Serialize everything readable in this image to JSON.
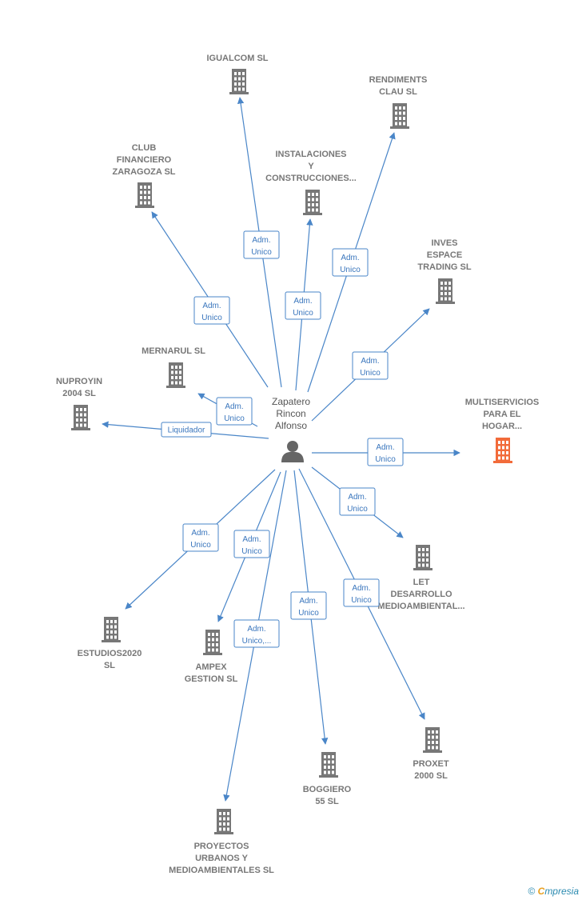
{
  "center": {
    "label_lines": [
      "Zapatero",
      "Rincon",
      "Alfonso"
    ],
    "icon": "person-icon",
    "color": "#666666"
  },
  "colors": {
    "edge": "#4a86c8",
    "building": "#777777",
    "building_highlight": "#f26b3a"
  },
  "companies": [
    {
      "id": "igualcom",
      "label_lines": [
        "IGUALCOM SL"
      ],
      "role_lines": [
        "Adm.",
        "Unico"
      ],
      "highlight": false
    },
    {
      "id": "rendiments",
      "label_lines": [
        "RENDIMENTS",
        "CLAU  SL"
      ],
      "role_lines": [
        "Adm.",
        "Unico"
      ],
      "highlight": false
    },
    {
      "id": "club-financiero",
      "label_lines": [
        "CLUB",
        "FINANCIERO",
        "ZARAGOZA SL"
      ],
      "role_lines": [
        "Adm.",
        "Unico"
      ],
      "highlight": false
    },
    {
      "id": "instalaciones",
      "label_lines": [
        "INSTALACIONES",
        "Y",
        "CONSTRUCCIONES..."
      ],
      "role_lines": [
        "Adm.",
        "Unico"
      ],
      "highlight": false
    },
    {
      "id": "inves-espace",
      "label_lines": [
        "INVES",
        "ESPACE",
        "TRADING  SL"
      ],
      "role_lines": [
        "Adm.",
        "Unico"
      ],
      "highlight": false
    },
    {
      "id": "mernarul",
      "label_lines": [
        "MERNARUL  SL"
      ],
      "role_lines": [
        "Adm.",
        "Unico"
      ],
      "highlight": false
    },
    {
      "id": "nuproyin",
      "label_lines": [
        "NUPROYIN",
        "2004 SL"
      ],
      "role_lines": [
        "Liquidador"
      ],
      "highlight": false
    },
    {
      "id": "multiservicios",
      "label_lines": [
        "MULTISERVICIOS",
        "PARA EL",
        "HOGAR..."
      ],
      "role_lines": [
        "Adm.",
        "Unico"
      ],
      "highlight": true
    },
    {
      "id": "let-desarrollo",
      "label_lines": [
        "LET",
        "DESARROLLO",
        "MEDIOAMBIENTAL..."
      ],
      "role_lines": [
        "Adm.",
        "Unico"
      ],
      "highlight": false
    },
    {
      "id": "estudios2020",
      "label_lines": [
        "ESTUDIOS2020",
        "SL"
      ],
      "role_lines": [
        "Adm.",
        "Unico"
      ],
      "highlight": false
    },
    {
      "id": "ampex",
      "label_lines": [
        "AMPEX",
        "GESTION SL"
      ],
      "role_lines": [
        "Adm.",
        "Unico"
      ],
      "highlight": false
    },
    {
      "id": "proyectos",
      "label_lines": [
        "PROYECTOS",
        "URBANOS Y",
        "MEDIOAMBIENTALES SL"
      ],
      "role_lines": [
        "Adm.",
        "Unico,..."
      ],
      "highlight": false
    },
    {
      "id": "boggiero",
      "label_lines": [
        "BOGGIERO",
        "55  SL"
      ],
      "role_lines": [
        "Adm.",
        "Unico"
      ],
      "highlight": false
    },
    {
      "id": "proxet",
      "label_lines": [
        "PROXET",
        "2000 SL"
      ],
      "role_lines": [
        "Adm.",
        "Unico"
      ],
      "highlight": false
    }
  ],
  "footer": {
    "copyright": "©",
    "brand_first": "C",
    "brand_rest": "mpresia"
  }
}
